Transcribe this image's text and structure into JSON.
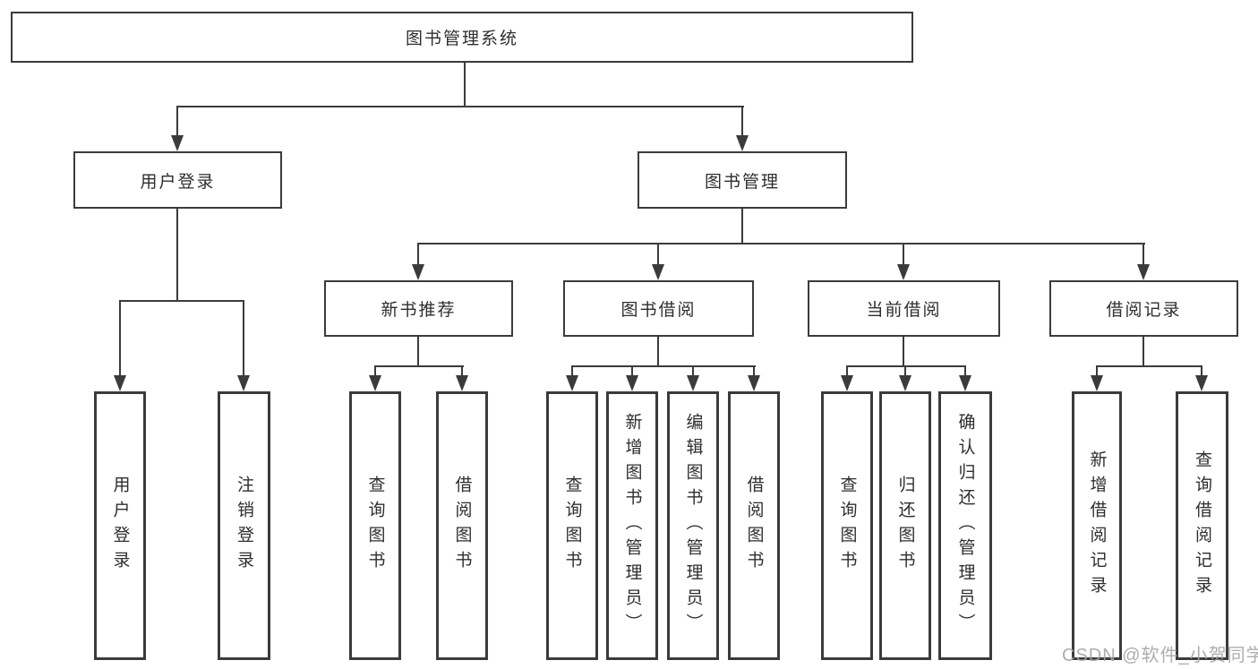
{
  "tree": {
    "root": {
      "label": "图书管理系统"
    },
    "branches": [
      {
        "label": "用户登录",
        "children": [
          {
            "label": "用户登录"
          },
          {
            "label": "注销登录"
          }
        ]
      },
      {
        "label": "图书管理",
        "children": [
          {
            "label": "新书推荐",
            "children": [
              {
                "label": "查询图书"
              },
              {
                "label": "借阅图书"
              }
            ]
          },
          {
            "label": "图书借阅",
            "children": [
              {
                "label": "查询图书"
              },
              {
                "label": "新增图书（管理员）"
              },
              {
                "label": "编辑图书（管理员）"
              },
              {
                "label": "借阅图书"
              }
            ]
          },
          {
            "label": "当前借阅",
            "children": [
              {
                "label": "查询图书"
              },
              {
                "label": "归还图书"
              },
              {
                "label": "确认归还（管理员）"
              }
            ]
          },
          {
            "label": "借阅记录",
            "children": [
              {
                "label": "新增借阅记录"
              },
              {
                "label": "查询借阅记录"
              }
            ]
          }
        ]
      }
    ]
  },
  "watermark": {
    "text": "CSDN @软件_小贺同学"
  },
  "colors": {
    "line": "#3b3b3b",
    "text": "#2e2e2e",
    "watermark": "#a4a4a4",
    "background": "#ffffff"
  }
}
